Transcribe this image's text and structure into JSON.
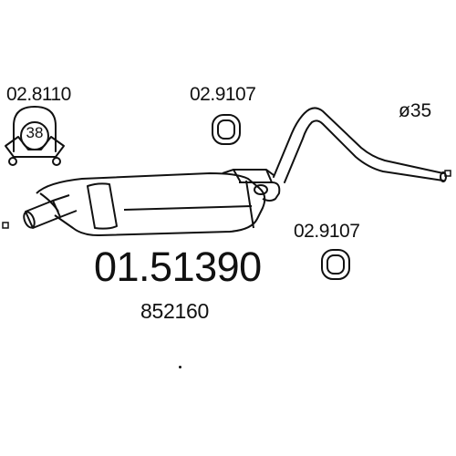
{
  "diagram": {
    "clamp": {
      "ref_number": "02.8110",
      "size": "38"
    },
    "gasket_top": {
      "ref_number": "02.9107"
    },
    "gasket_bottom": {
      "ref_number": "02.9107"
    },
    "pipe_diameter": "ø35",
    "part_number": "01.51390",
    "oem_number": "852160"
  }
}
